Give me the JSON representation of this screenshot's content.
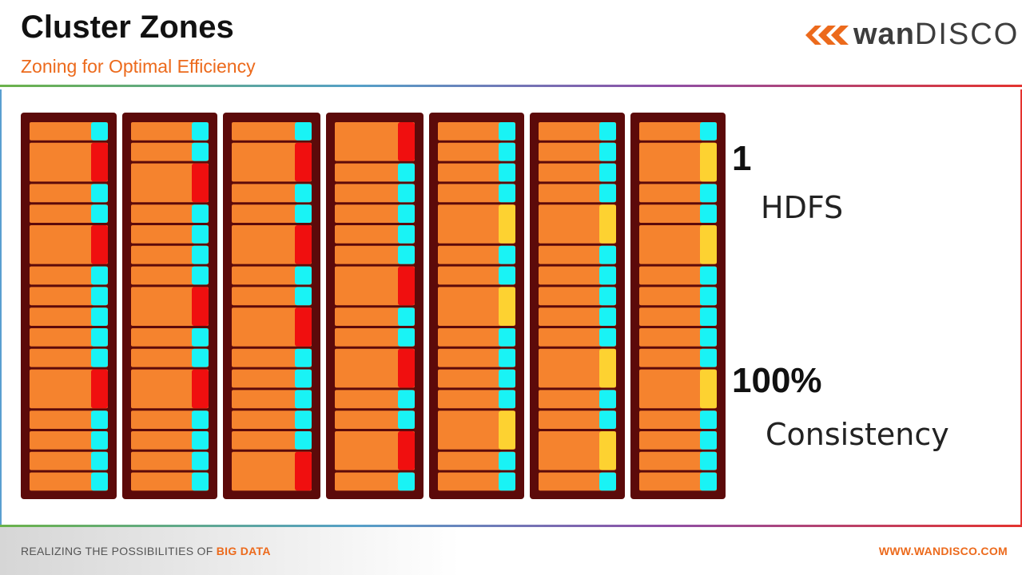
{
  "header": {
    "title": "Cluster Zones",
    "subtitle": "Zoning for Optimal Efficiency"
  },
  "logo": {
    "wan": "wan",
    "disco": "DISCO",
    "icon": "double-chevron-logo-icon",
    "color": "#ec6a1c"
  },
  "stats": [
    {
      "value": "1",
      "label": "HDFS"
    },
    {
      "value": "100%",
      "label": "Consistency"
    }
  ],
  "footer": {
    "tagline_prefix": "REALIZING THE POSSIBILITIES OF ",
    "tagline_bold": "BIG DATA",
    "url": "WWW.WANDISCO.COM"
  },
  "colors": {
    "rack": "#5c0a0a",
    "server": "#f5832e",
    "cyan": "#19f3f5",
    "red": "#f00f0f",
    "yellow": "#fdd231"
  },
  "racks": [
    [
      "cyan-1",
      "red-2",
      "cyan-1",
      "cyan-1",
      "red-2",
      "cyan-1",
      "cyan-1",
      "cyan-1",
      "cyan-1",
      "cyan-1",
      "red-2",
      "cyan-1",
      "cyan-1",
      "cyan-1",
      "cyan-1"
    ],
    [
      "cyan-1",
      "cyan-1",
      "red-2",
      "cyan-1",
      "cyan-1",
      "cyan-1",
      "cyan-1",
      "red-2",
      "cyan-1",
      "cyan-1",
      "red-2",
      "cyan-1",
      "cyan-1",
      "cyan-1",
      "cyan-1"
    ],
    [
      "cyan-1",
      "red-2",
      "cyan-1",
      "cyan-1",
      "red-2",
      "cyan-1",
      "cyan-1",
      "red-2",
      "cyan-1",
      "cyan-1",
      "cyan-1",
      "cyan-1",
      "cyan-1",
      "red-2"
    ],
    [
      "red-2",
      "cyan-1",
      "cyan-1",
      "cyan-1",
      "cyan-1",
      "cyan-1",
      "red-2",
      "cyan-1",
      "cyan-1",
      "red-2",
      "cyan-1",
      "cyan-1",
      "red-2",
      "cyan-1"
    ],
    [
      "cyan-1",
      "cyan-1",
      "cyan-1",
      "cyan-1",
      "yellow-2",
      "cyan-1",
      "cyan-1",
      "yellow-2",
      "cyan-1",
      "cyan-1",
      "cyan-1",
      "cyan-1",
      "yellow-2",
      "cyan-1",
      "cyan-1"
    ],
    [
      "cyan-1",
      "cyan-1",
      "cyan-1",
      "cyan-1",
      "yellow-2",
      "cyan-1",
      "cyan-1",
      "cyan-1",
      "cyan-1",
      "cyan-1",
      "yellow-2",
      "cyan-1",
      "cyan-1",
      "yellow-2",
      "cyan-1"
    ],
    [
      "cyan-1",
      "yellow-2",
      "cyan-1",
      "cyan-1",
      "yellow-2",
      "cyan-1",
      "cyan-1",
      "cyan-1",
      "cyan-1",
      "cyan-1",
      "yellow-2",
      "cyan-1",
      "cyan-1",
      "cyan-1",
      "cyan-1"
    ]
  ]
}
